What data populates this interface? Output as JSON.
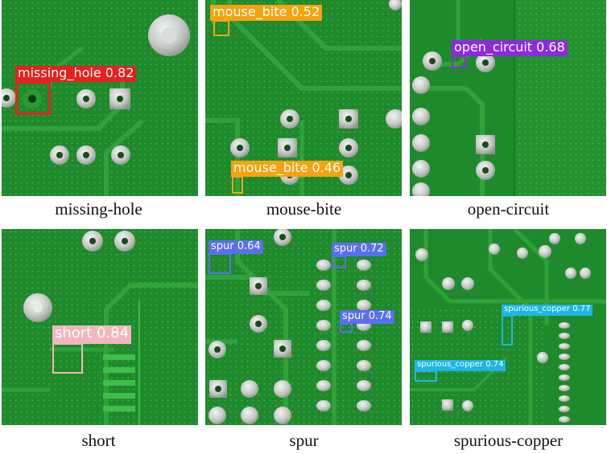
{
  "colors": {
    "board": "#1f8a2c",
    "board_dark": "#146a1f",
    "trace": "#2fa33a",
    "pad": "#c9cdc9",
    "pad_ring": "#9ea39e",
    "missing_hole": "#e8201f",
    "mouse_bite": "#f5a30f",
    "open_circuit": "#8a2be2",
    "short": "#f3b6bd",
    "spur": "#5a6ff0",
    "spurious_copper": "#1fb6e6"
  },
  "panels": [
    {
      "caption": "missing-hole",
      "detections": [
        {
          "label": "missing_hole 0.82"
        }
      ]
    },
    {
      "caption": "mouse-bite",
      "detections": [
        {
          "label": "mouse_bite 0.52"
        },
        {
          "label": "mouse_bite 0.46"
        }
      ]
    },
    {
      "caption": "open-circuit",
      "detections": [
        {
          "label": "open_circuit 0.68"
        }
      ]
    },
    {
      "caption": "short",
      "detections": [
        {
          "label": "short 0.84"
        }
      ]
    },
    {
      "caption": "spur",
      "detections": [
        {
          "label": "spur 0.64"
        },
        {
          "label": "spur 0.72"
        },
        {
          "label": "spur 0.74"
        }
      ]
    },
    {
      "caption": "spurious-copper",
      "detections": [
        {
          "label": "spurious_copper 0.77"
        },
        {
          "label": "spurious_copper 0.74"
        }
      ]
    }
  ]
}
